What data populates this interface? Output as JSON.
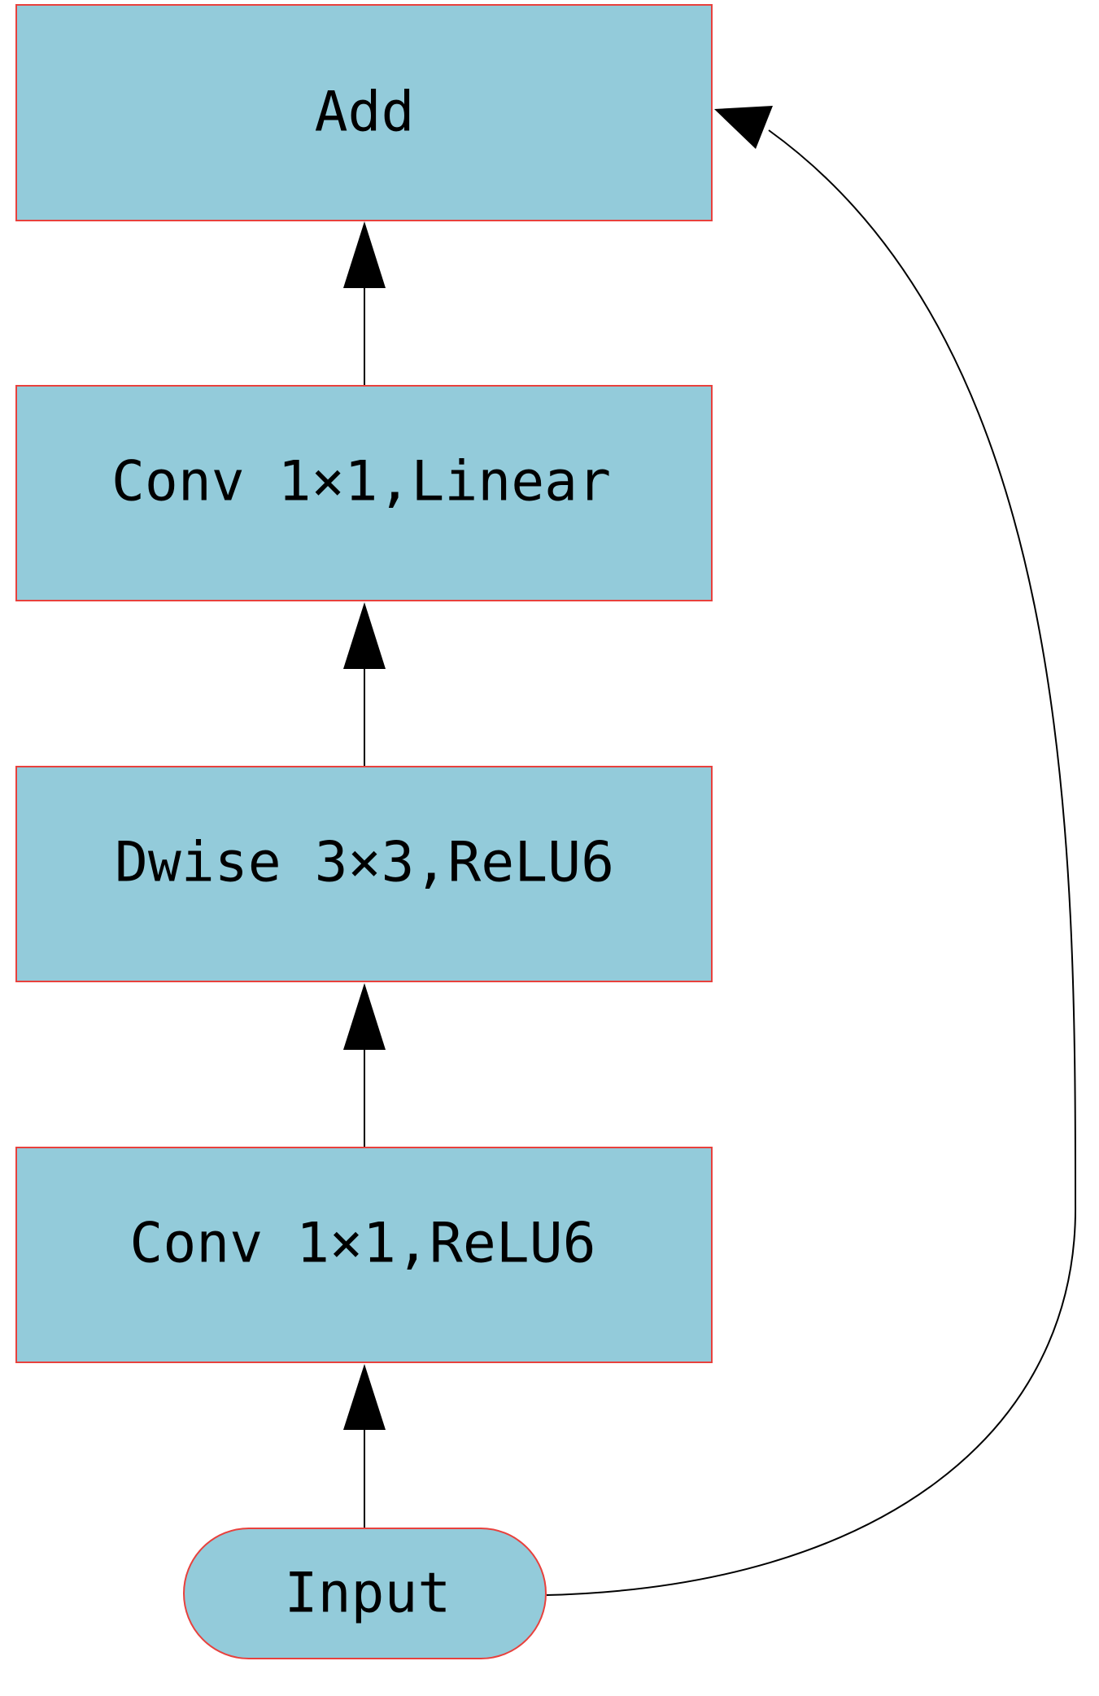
{
  "colors": {
    "node_fill": "#93cbda",
    "node_border": "#e8413d",
    "edge": "#000000",
    "text": "#000000"
  },
  "nodes": {
    "add": {
      "label": "Add"
    },
    "conv_linear": {
      "label": "Conv 1×1,Linear"
    },
    "dwise": {
      "label": "Dwise 3×3,ReLU6"
    },
    "conv_relu6": {
      "label": "Conv 1×1,ReLU6"
    },
    "input": {
      "label": "Input"
    }
  },
  "edges": [
    {
      "from": "Input",
      "to": "Conv 1×1,ReLU6"
    },
    {
      "from": "Conv 1×1,ReLU6",
      "to": "Dwise 3×3,ReLU6"
    },
    {
      "from": "Dwise 3×3,ReLU6",
      "to": "Conv 1×1,Linear"
    },
    {
      "from": "Conv 1×1,Linear",
      "to": "Add"
    },
    {
      "from": "Input",
      "to": "Add",
      "kind": "skip-connection"
    }
  ]
}
